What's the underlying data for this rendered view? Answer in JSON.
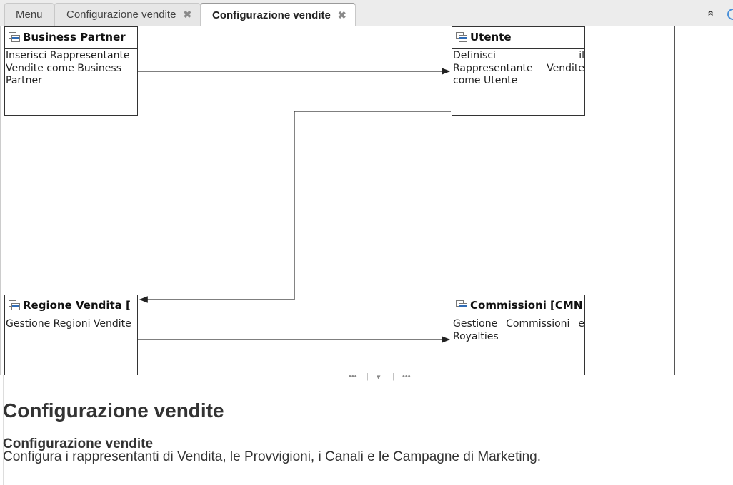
{
  "tabs": [
    {
      "label": "Menu"
    },
    {
      "label": "Configurazione vendite"
    },
    {
      "label": "Configurazione vendite"
    }
  ],
  "icons": {
    "close": "✖",
    "collapse": "»",
    "splitter_dots": "•••",
    "splitter_arrow": "▾"
  },
  "workflow": {
    "nodes": [
      {
        "title": "Business Partner",
        "body": "Inserisci Rappresentante Vendite come Business Partner"
      },
      {
        "title": "Utente",
        "body": "Definisci il Rappresentante Vendite come Utente"
      },
      {
        "title": "Regione Vendita [",
        "body": "Gestione Regioni Vendite"
      },
      {
        "title": "Commissioni [CMN",
        "body": "Gestione Commissioni e Royalties"
      }
    ]
  },
  "description": {
    "title": "Configurazione vendite",
    "subtitle": "Configurazione vendite",
    "text": "Configura i rappresentanti di Vendita, le Provvigioni, i Canali e le Campagne di Marketing."
  },
  "colors": {
    "accent": "#4a90d9",
    "line": "#333333"
  }
}
